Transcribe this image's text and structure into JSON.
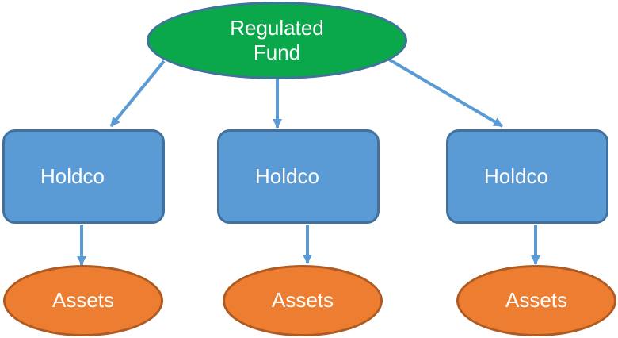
{
  "diagram": {
    "type": "org-structure-flowchart",
    "nodes": {
      "fund": {
        "label": "Regulated Fund"
      },
      "holdcos": [
        {
          "label": "Holdco"
        },
        {
          "label": "Holdco"
        },
        {
          "label": "Holdco"
        }
      ],
      "assets": [
        {
          "label": "Assets"
        },
        {
          "label": "Assets"
        },
        {
          "label": "Assets"
        }
      ]
    },
    "connections": [
      {
        "from": "fund",
        "to": "holdco-left"
      },
      {
        "from": "fund",
        "to": "holdco-middle"
      },
      {
        "from": "fund",
        "to": "holdco-right"
      },
      {
        "from": "holdco-left",
        "to": "assets-left"
      },
      {
        "from": "holdco-middle",
        "to": "assets-middle"
      },
      {
        "from": "holdco-right",
        "to": "assets-right"
      }
    ],
    "colors": {
      "background": "#ffffff",
      "fund_fill": "#0aa74b",
      "fund_border": "#41719c",
      "holdco_fill": "#5b9bd5",
      "holdco_border": "#41719c",
      "assets_fill": "#ed7d31",
      "assets_border": "#ae5a21",
      "arrow": "#5b9bd5",
      "label_text": "#ffffff"
    }
  }
}
